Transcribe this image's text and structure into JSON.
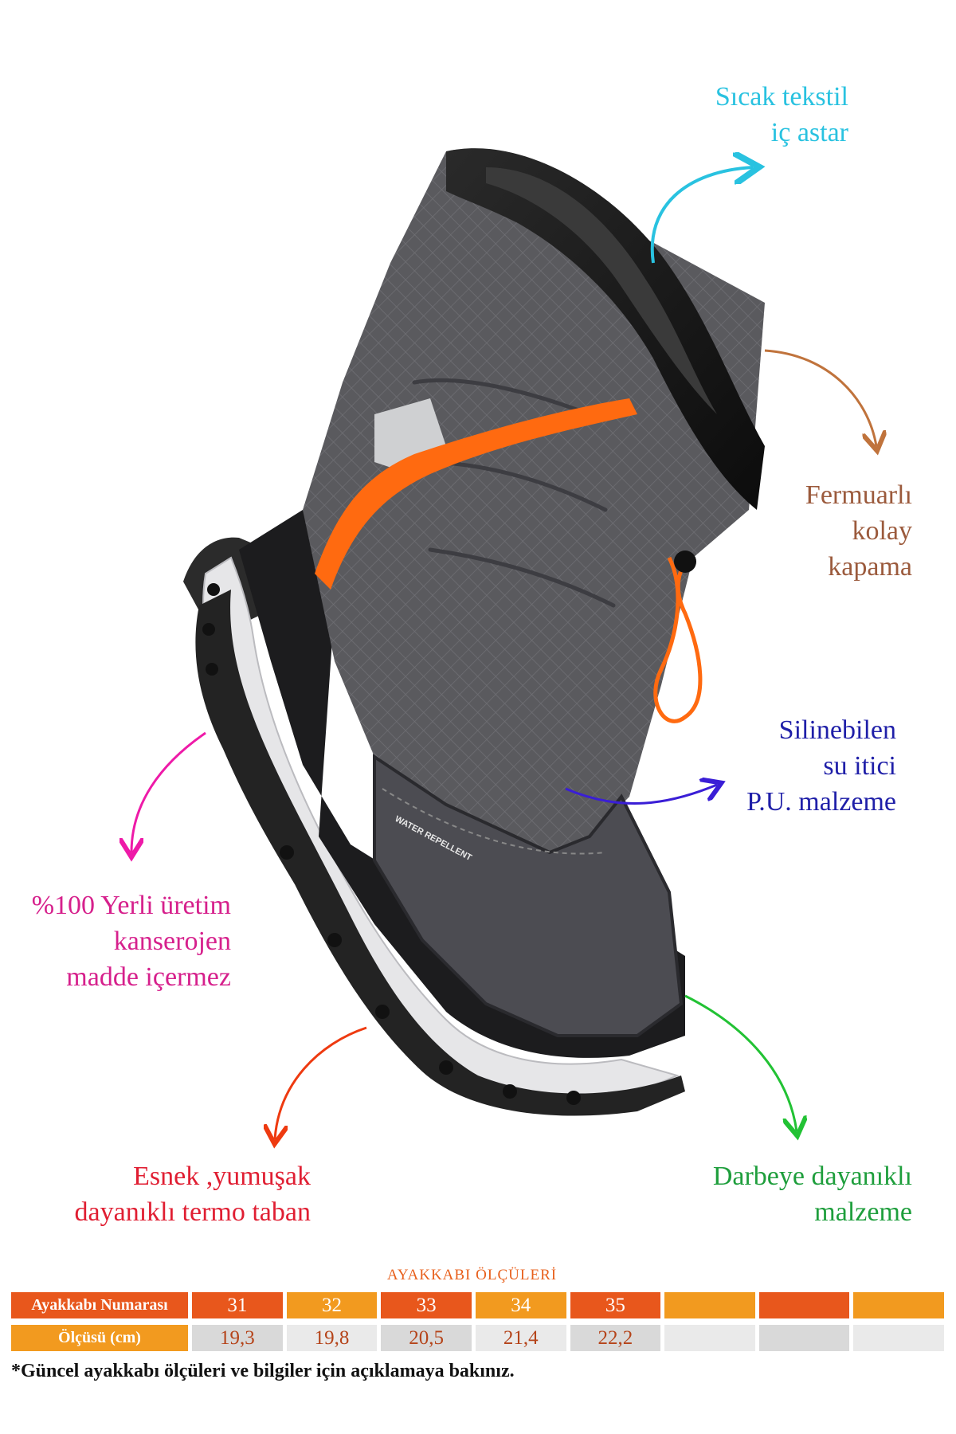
{
  "callouts": {
    "lining": {
      "text": "Sıcak tekstil\niç astar",
      "color": "#29c2e0"
    },
    "zipper": {
      "text": "Fermuarlı\nkolay\nkapama",
      "color": "#9b5a3c"
    },
    "material": {
      "text": "Silinebilen\nsu itici\nP.U.  malzeme",
      "color": "#1f1fa8"
    },
    "local": {
      "text": "%100 Yerli üretim\nkanserojen\nmadde içermez",
      "color": "#d6208c"
    },
    "sole": {
      "text": "Esnek ,yumuşak\ndayanıklı termo taban",
      "color": "#e01e32"
    },
    "impact": {
      "text": "Darbeye dayanıklı\nmalzeme",
      "color": "#1e9e3c"
    }
  },
  "arrow_colors": {
    "lining": "#29c2e0",
    "zipper": "#c0733c",
    "material": "#3a1ed6",
    "local": "#ee1aa8",
    "sole": "#ee3a10",
    "impact": "#22c234"
  },
  "boot_badge": "WATER REPELLENT",
  "size_chart": {
    "title": "AYAKKABI ÖLÇÜLERİ",
    "row1_label": "Ayakkabı Numarası",
    "row2_label": "Ölçüsü (cm)",
    "sizes": [
      "31",
      "32",
      "33",
      "34",
      "35",
      "",
      "",
      ""
    ],
    "lengths": [
      "19,3",
      "19,8",
      "20,5",
      "21,4",
      "22,2",
      "",
      "",
      ""
    ],
    "row1_colors": [
      "#e8571c",
      "#f29a1f",
      "#e8571c",
      "#f29a1f",
      "#e8571c",
      "#f29a1f",
      "#e8571c",
      "#f29a1f"
    ],
    "row2_colors": [
      "#d9d9d9",
      "#eaeaea",
      "#d9d9d9",
      "#eaeaea",
      "#d9d9d9",
      "#eaeaea",
      "#d9d9d9",
      "#eaeaea"
    ],
    "row1_label_color": "#e8571c",
    "row2_label_color": "#f29a1f",
    "text_color": "#b5441a"
  },
  "footnote": "*Güncel ayakkabı ölçüleri ve bilgiler için açıklamaya bakınız."
}
